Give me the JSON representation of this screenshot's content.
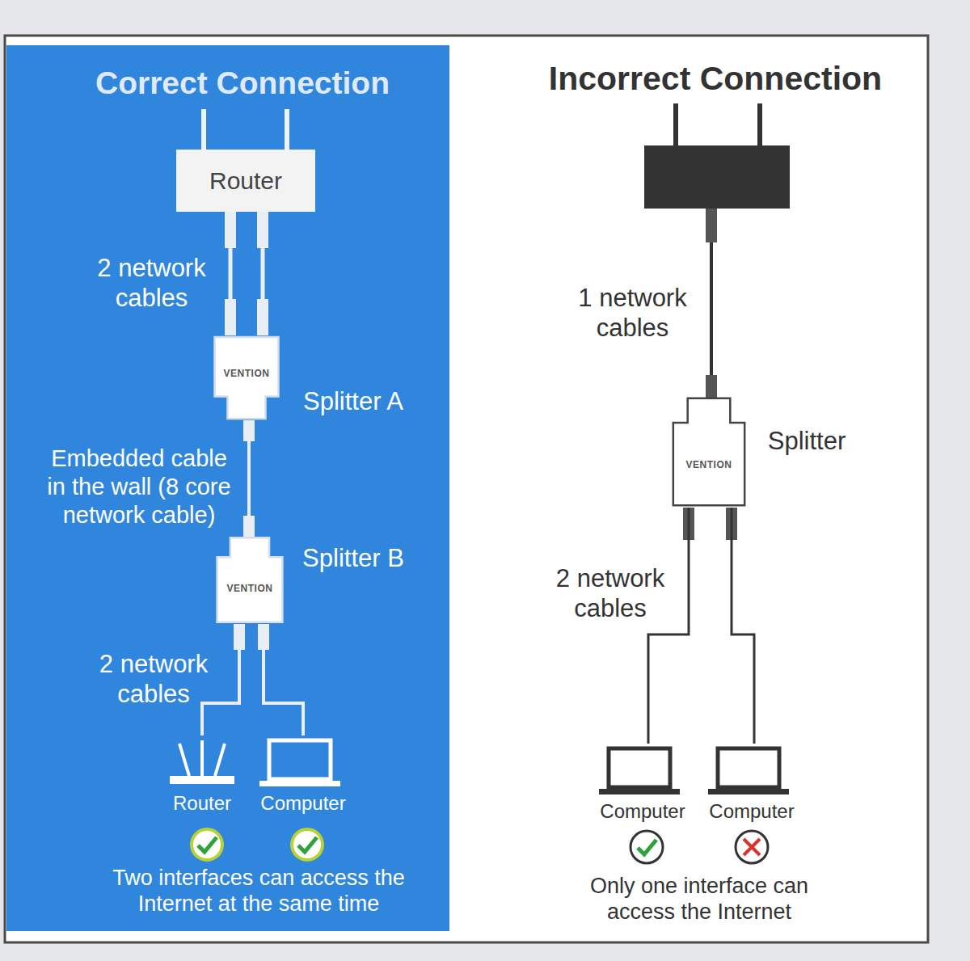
{
  "diagram": {
    "nodes": [
      {
        "text": [
          "Router"
        ]
      },
      {
        "text": [
          "VENTION"
        ]
      },
      {
        "text": [
          "VENTION"
        ]
      },
      {
        "text": [
          "Router"
        ]
      },
      {
        "text": [
          "Computer"
        ]
      },
      {
        "text": [
          "VENTION"
        ]
      },
      {
        "text": [
          "Computer"
        ]
      },
      {
        "text": [
          "Computer"
        ]
      }
    ],
    "edges": [
      {
        "from": 0,
        "to": 1,
        "arrow": "none"
      },
      {
        "from": 0,
        "to": 1,
        "arrow": "none"
      },
      {
        "from": 1,
        "to": 2,
        "arrow": "none"
      },
      {
        "from": 2,
        "to": 3,
        "arrow": "none"
      },
      {
        "from": 2,
        "to": 4,
        "arrow": "none"
      },
      {
        "from": 5,
        "to": 6,
        "arrow": "none"
      },
      {
        "from": 5,
        "to": 7,
        "arrow": "none"
      }
    ],
    "labels": [
      "Correct Connection",
      "2 network cables",
      "Splitter A",
      "Embedded cable in the wall (8 core network cable)",
      "Splitter B",
      "2 network cables",
      "Two interfaces can access the Internet at the same time",
      "Incorrect Connection",
      "1 network cables",
      "Splitter",
      "2 network cables",
      "Only one interface can access the Internet"
    ]
  }
}
